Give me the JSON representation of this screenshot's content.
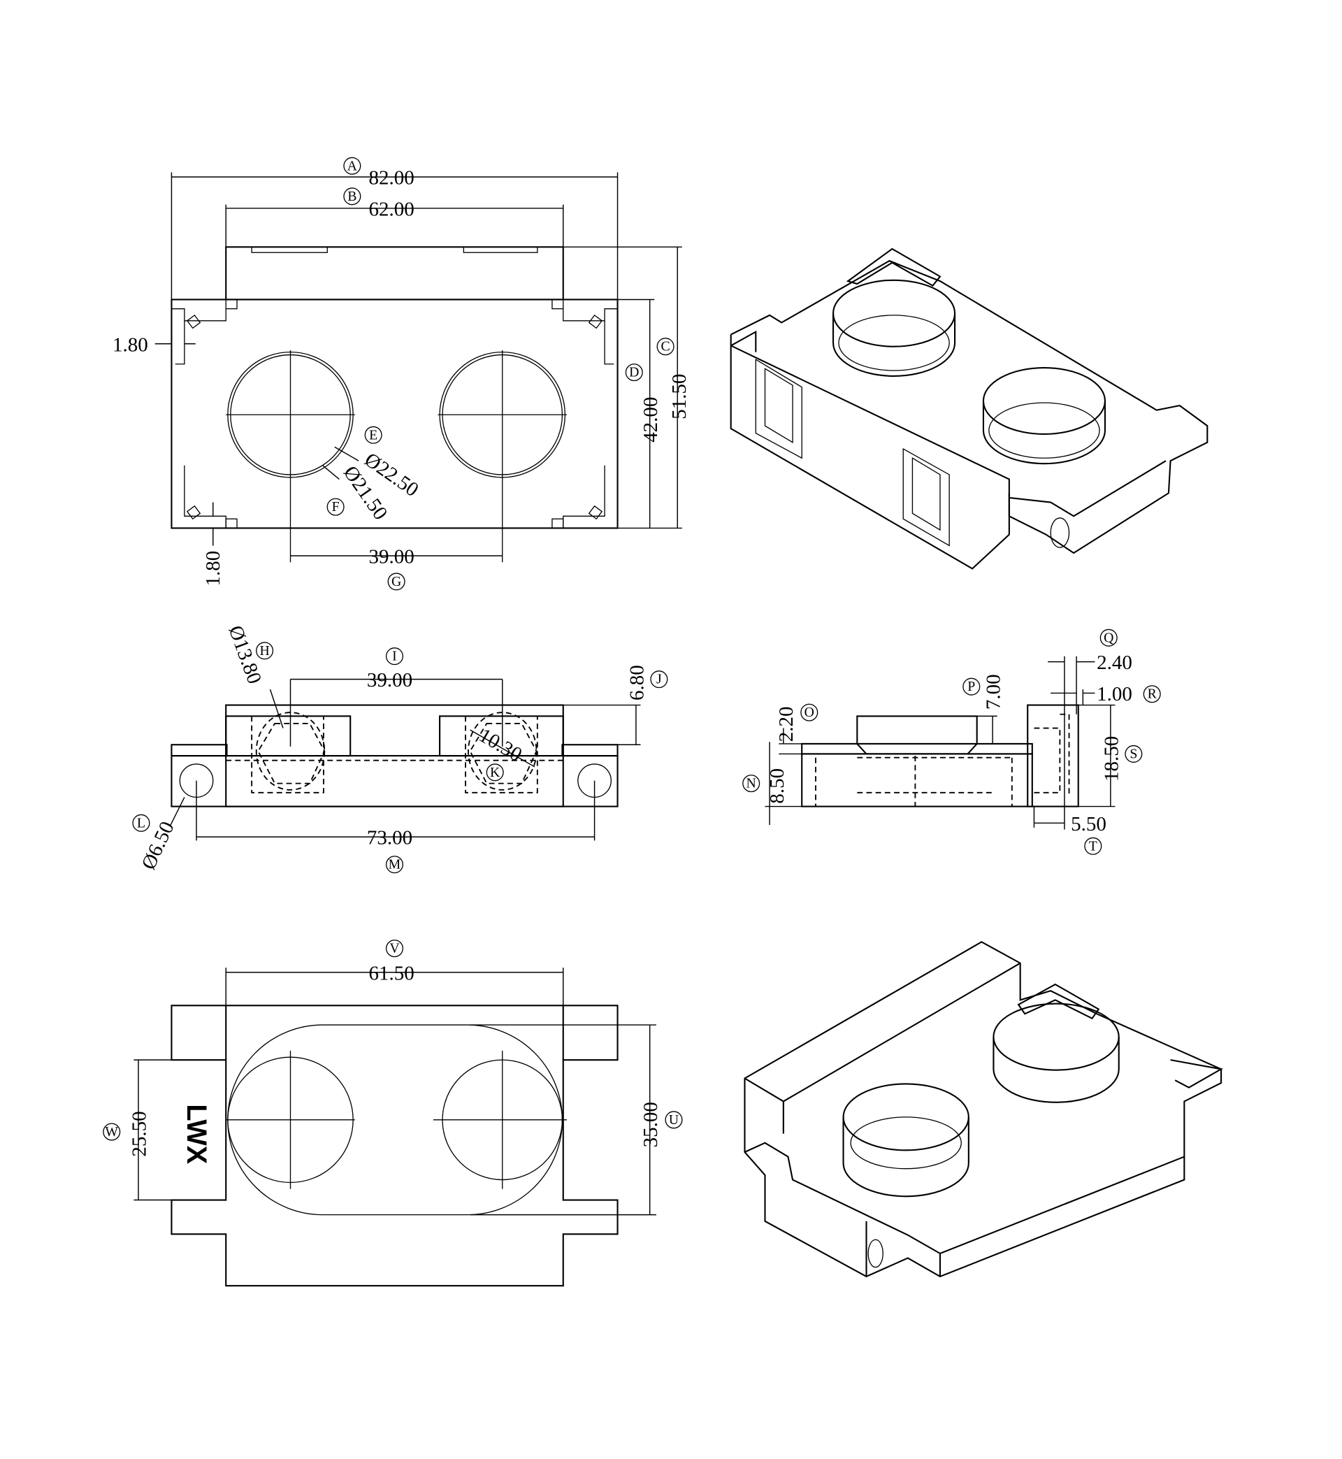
{
  "dims": {
    "A": {
      "letter": "A",
      "value": "82.00"
    },
    "B": {
      "letter": "B",
      "value": "62.00"
    },
    "C": {
      "letter": "C",
      "value": "51.50"
    },
    "D": {
      "letter": "D",
      "value": "42.00"
    },
    "E": {
      "letter": "E",
      "value": "Ø22.50"
    },
    "F": {
      "letter": "F",
      "value": "Ø21.50"
    },
    "G": {
      "letter": "G",
      "value": "39.00"
    },
    "H": {
      "letter": "H",
      "value": "Ø13.80"
    },
    "I": {
      "letter": "I",
      "value": "39.00"
    },
    "J": {
      "letter": "J",
      "value": "6.80"
    },
    "K": {
      "letter": "K",
      "value": "10.30"
    },
    "L": {
      "letter": "L",
      "value": "Ø6.50"
    },
    "M": {
      "letter": "M",
      "value": "73.00"
    },
    "N": {
      "letter": "N",
      "value": "8.50"
    },
    "O": {
      "letter": "O",
      "value": "2.20"
    },
    "P": {
      "letter": "P",
      "value": "7.00"
    },
    "Q": {
      "letter": "Q",
      "value": "2.40"
    },
    "R": {
      "letter": "R",
      "value": "1.00"
    },
    "S": {
      "letter": "S",
      "value": "18.50"
    },
    "T": {
      "letter": "T",
      "value": "5.50"
    },
    "U": {
      "letter": "U",
      "value": "35.00"
    },
    "V": {
      "letter": "V",
      "value": "61.50"
    },
    "W": {
      "letter": "W",
      "value": "25.50"
    }
  },
  "unlabeled": {
    "wall_left": "1.80",
    "wall_bottom": "1.80"
  },
  "marking": "LWX"
}
